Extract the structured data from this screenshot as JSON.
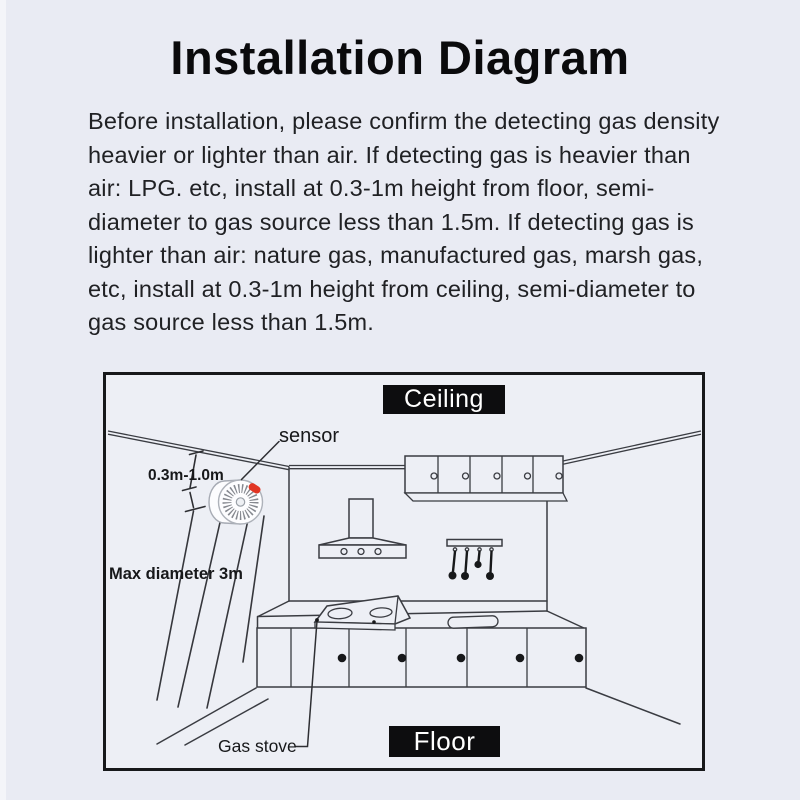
{
  "page": {
    "title": "Installation Diagram",
    "colors": {
      "page_background": "#e9ebf3",
      "shape_fill": "#edeff5",
      "ink": "#1b1c1f"
    }
  },
  "intro": {
    "lines": [
      "Before installation, please confirm the detecting gas density",
      "heavier or lighter than air. If detecting gas is heavier than",
      "air: LPG. etc, install at 0.3-1m height from floor, semi-",
      "diameter to gas source less than 1.5m. If detecting gas is",
      "lighter than air: nature gas, manufactured gas, marsh gas,",
      "etc, install at 0.3-1m height from ceiling, semi-diameter to",
      "gas source less than 1.5m."
    ]
  },
  "diagram": {
    "ceiling_label": "Ceiling",
    "floor_label": "Floor",
    "sensor_label": "sensor",
    "height_range_label": "0.3m-1.0m",
    "max_diameter_label": "Max diameter 3m",
    "gas_stove_label": "Gas stove",
    "colors": {
      "line": "#3a3c42",
      "label_background": "#0d0d0f",
      "label_text": "#ffffff",
      "sensor_led": "#e13524"
    }
  }
}
